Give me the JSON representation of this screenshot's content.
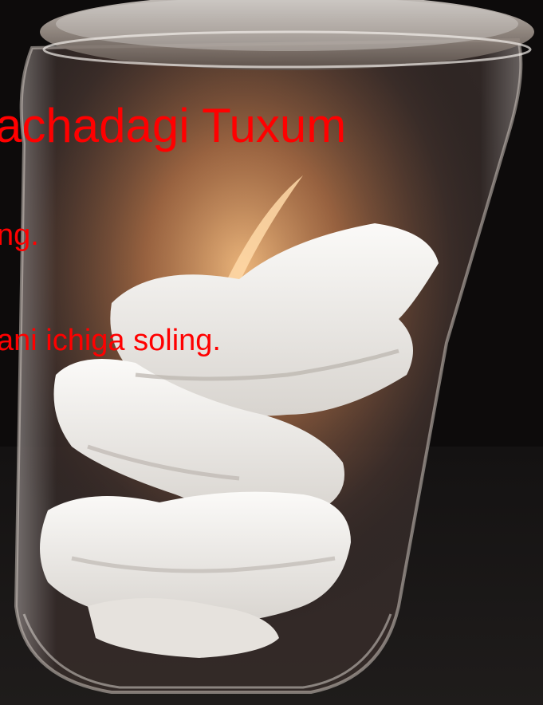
{
  "image": {
    "description_icon": "glass-jar-with-paper-towels-image"
  },
  "captions": {
    "title": "achadagi Tuxum",
    "line_1": "ng.",
    "line_2": "ani ichiga soling."
  },
  "colors": {
    "caption_text": "#ff0000",
    "background": "#0d0b0b",
    "glow": "#f0a86a",
    "paper": "#f4f2ef"
  }
}
